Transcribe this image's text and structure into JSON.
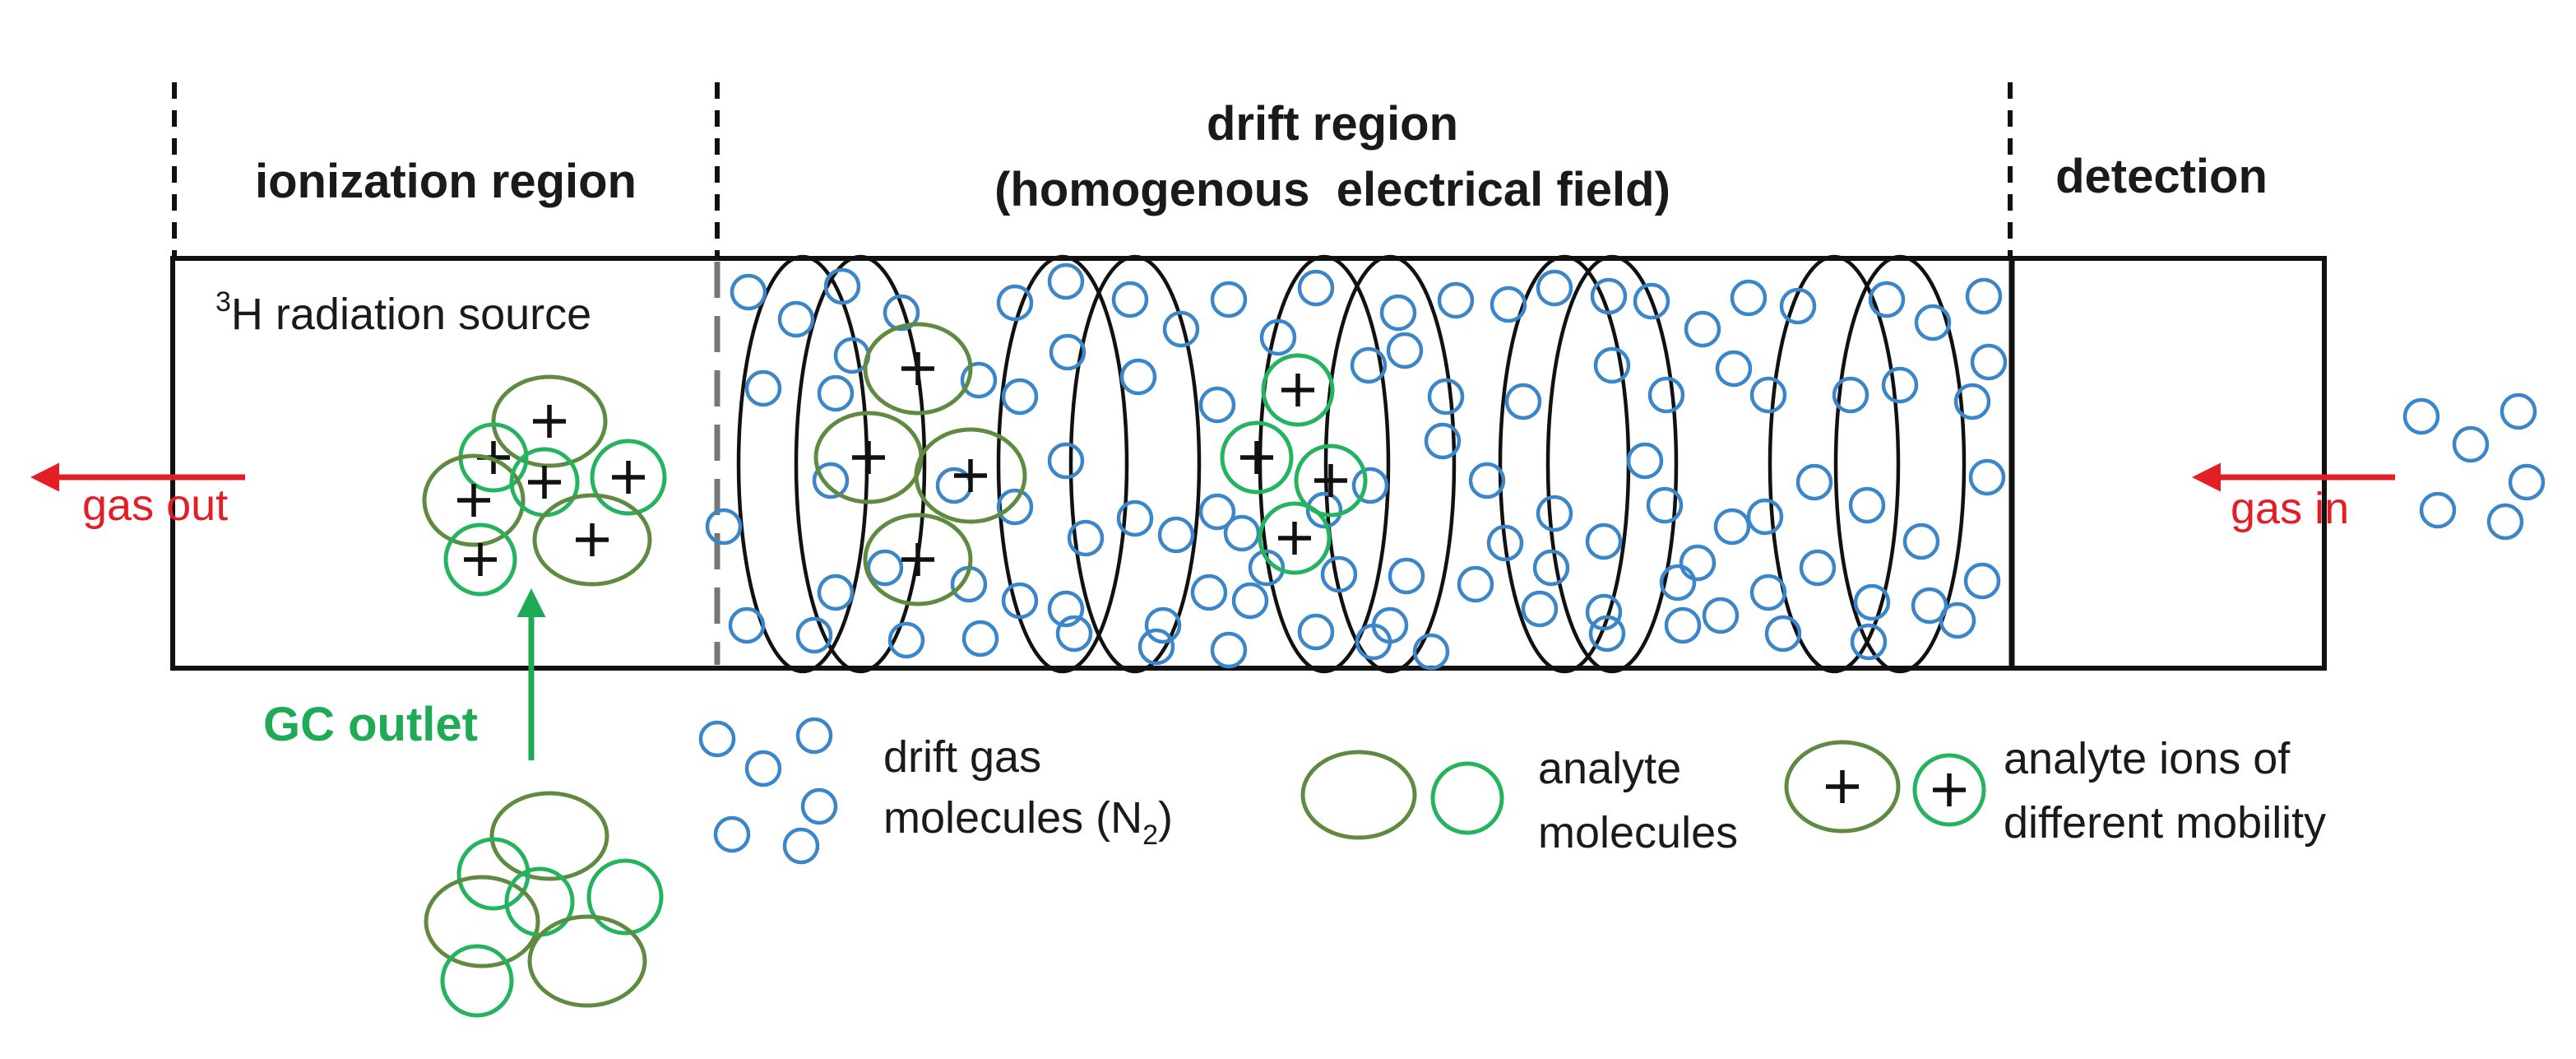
{
  "diagram": {
    "regions": {
      "ionization": "ionization region",
      "drift_line1": "drift region",
      "drift_line2": "(homogenous  electrical field)",
      "detection": "detection"
    },
    "source": {
      "sup": "3",
      "text": "H radiation source"
    },
    "flows": {
      "gas_out": "gas out",
      "gas_in": "gas in",
      "gc_outlet": "GC outlet"
    },
    "legend": {
      "drift_gas_line1": "drift gas",
      "drift_gas_line2_pre": "molecules (N",
      "drift_gas_sub": "2",
      "drift_gas_line2_post": ")",
      "analyte_line1": "analyte",
      "analyte_line2": "molecules",
      "ions_line1": "analyte ions of",
      "ions_line2": "different mobility"
    },
    "colors": {
      "drift_gas": "#3a86c8",
      "analyte_dark": "#5f8a3f",
      "analyte_light": "#24b35e",
      "gas_arrow": "#e31e24",
      "gc_arrow": "#1faa55"
    }
  }
}
